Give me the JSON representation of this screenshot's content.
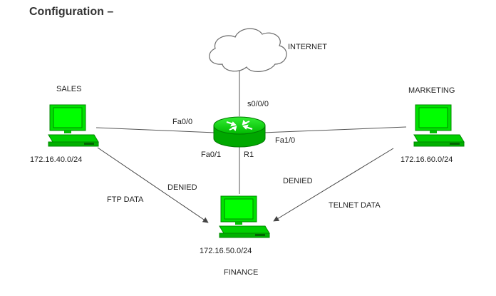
{
  "heading": "Configuration –",
  "colors": {
    "pc": "#00e000",
    "pc_dark": "#008800",
    "router": "#00cc00",
    "line": "#555555",
    "cloud_stroke": "#6b6b6b"
  },
  "nodes": {
    "internet": {
      "label": "INTERNET",
      "icon": "cloud-icon"
    },
    "router": {
      "label": "R1",
      "icon": "router-icon"
    },
    "sales": {
      "label": "SALES",
      "network": "172.16.40.0/24",
      "icon": "computer-icon"
    },
    "marketing": {
      "label": "MARKETING",
      "network": "172.16.60.0/24",
      "icon": "computer-icon"
    },
    "finance": {
      "label": "FINANCE",
      "network": "172.16.50.0/24",
      "icon": "computer-icon"
    }
  },
  "interfaces": {
    "s000": "s0/0/0",
    "fa00": "Fa0/0",
    "fa01": "Fa0/1",
    "fa10": "Fa1/0"
  },
  "flows": {
    "sales_to_finance": {
      "traffic": "FTP DATA",
      "status": "DENIED"
    },
    "marketing_to_finance": {
      "traffic": "TELNET DATA",
      "status": "DENIED"
    }
  }
}
